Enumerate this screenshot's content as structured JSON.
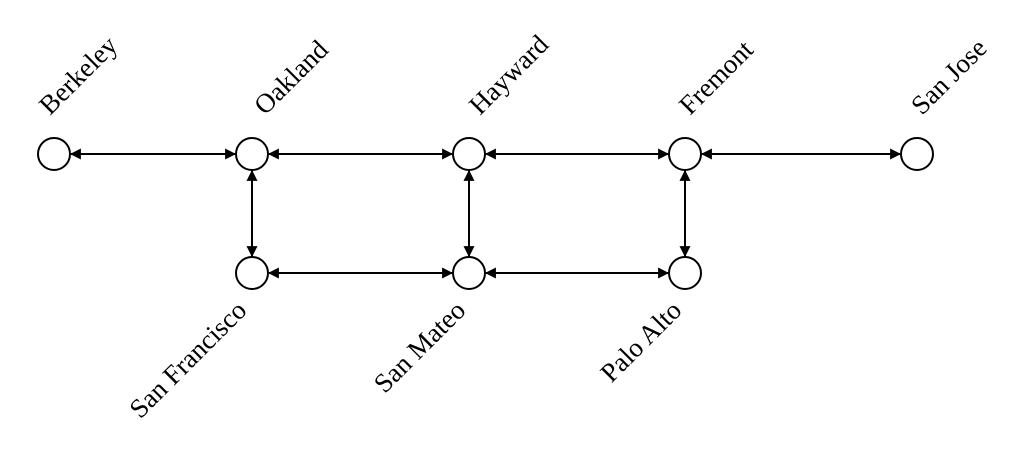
{
  "diagram": {
    "nodes": [
      {
        "id": "berkeley",
        "label": "Berkeley"
      },
      {
        "id": "oakland",
        "label": "Oakland"
      },
      {
        "id": "hayward",
        "label": "Hayward"
      },
      {
        "id": "fremont",
        "label": "Fremont"
      },
      {
        "id": "san-jose",
        "label": "San Jose"
      },
      {
        "id": "san-francisco",
        "label": "San Francisco"
      },
      {
        "id": "san-mateo",
        "label": "San Mateo"
      },
      {
        "id": "palo-alto",
        "label": "Palo Alto"
      }
    ],
    "edges": [
      {
        "from": "berkeley",
        "to": "oakland",
        "direction": "both"
      },
      {
        "from": "oakland",
        "to": "hayward",
        "direction": "both"
      },
      {
        "from": "hayward",
        "to": "fremont",
        "direction": "both"
      },
      {
        "from": "fremont",
        "to": "san-jose",
        "direction": "both"
      },
      {
        "from": "oakland",
        "to": "san-francisco",
        "direction": "both"
      },
      {
        "from": "hayward",
        "to": "san-mateo",
        "direction": "both"
      },
      {
        "from": "fremont",
        "to": "palo-alto",
        "direction": "both"
      },
      {
        "from": "san-francisco",
        "to": "san-mateo",
        "direction": "both"
      },
      {
        "from": "san-mateo",
        "to": "palo-alto",
        "direction": "both"
      }
    ],
    "colors": {
      "stroke": "#000000",
      "fill": "#ffffff"
    }
  }
}
